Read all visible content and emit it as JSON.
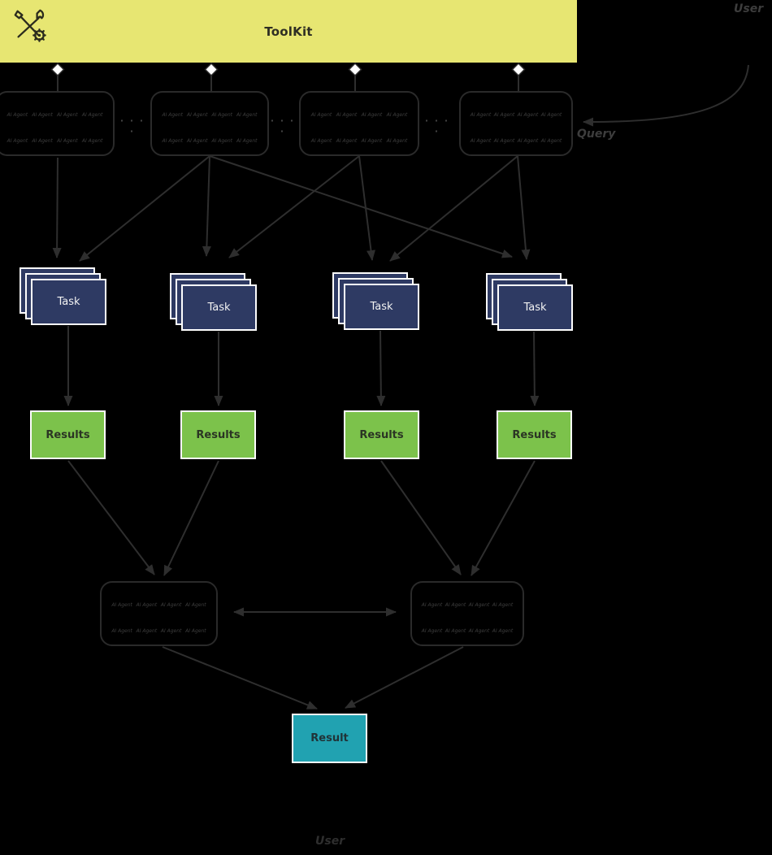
{
  "toolkit_banner": {
    "title": "ToolKit",
    "icon": "tools-icon"
  },
  "labels": {
    "user_top": "User",
    "query": "Query",
    "user_bottom": "User",
    "ai_agent": "AI Agent",
    "separator_dots": "· · · ·"
  },
  "agent_groups": {
    "top_row_count": 4,
    "coordinator_count": 2,
    "agents_per_group": 8,
    "agent_label": "AI Agent"
  },
  "task_nodes": {
    "label": "Task",
    "count": 4,
    "stacked_cards_per_node": 3
  },
  "results_nodes": {
    "label": "Results",
    "count": 4
  },
  "final_result_node": {
    "label": "Result"
  },
  "colors": {
    "background": "#000000",
    "banner_bg": "#e7e672",
    "task_bg": "#2e3a63",
    "results_bg": "#7cc24b",
    "result_bg": "#21a2b1",
    "arrow": "#2e2e2e",
    "node_border": "#fdfdfd",
    "agent_box_border": "#2a2a2a",
    "diamond_fill": "#ffffff"
  }
}
